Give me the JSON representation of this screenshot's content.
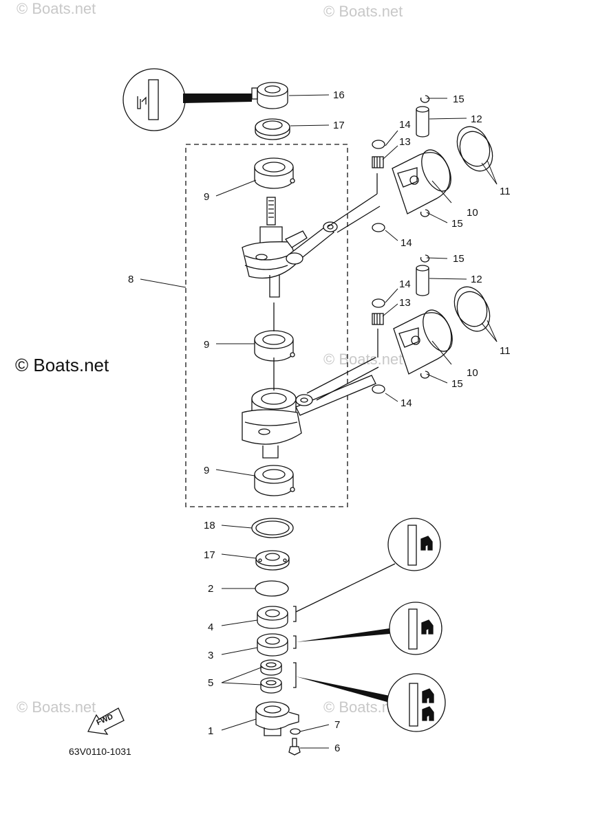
{
  "watermark": "© Boats.net",
  "diagram_code": "63V0110-1031",
  "fwd_label": "FWD",
  "callouts": {
    "c1": "1",
    "c2": "2",
    "c3": "3",
    "c4": "4",
    "c5": "5",
    "c6": "6",
    "c7": "7",
    "c8": "8",
    "c9a": "9",
    "c9b": "9",
    "c9c": "9",
    "c10a": "10",
    "c10b": "10",
    "c11a": "11",
    "c11b": "11",
    "c12a": "12",
    "c12b": "12",
    "c13a": "13",
    "c13b": "13",
    "c14a": "14",
    "c14b": "14",
    "c14c": "14",
    "c14d": "14",
    "c15a": "15",
    "c15b": "15",
    "c15c": "15",
    "c15d": "15",
    "c16": "16",
    "c17a": "17",
    "c17b": "17",
    "c18": "18"
  }
}
